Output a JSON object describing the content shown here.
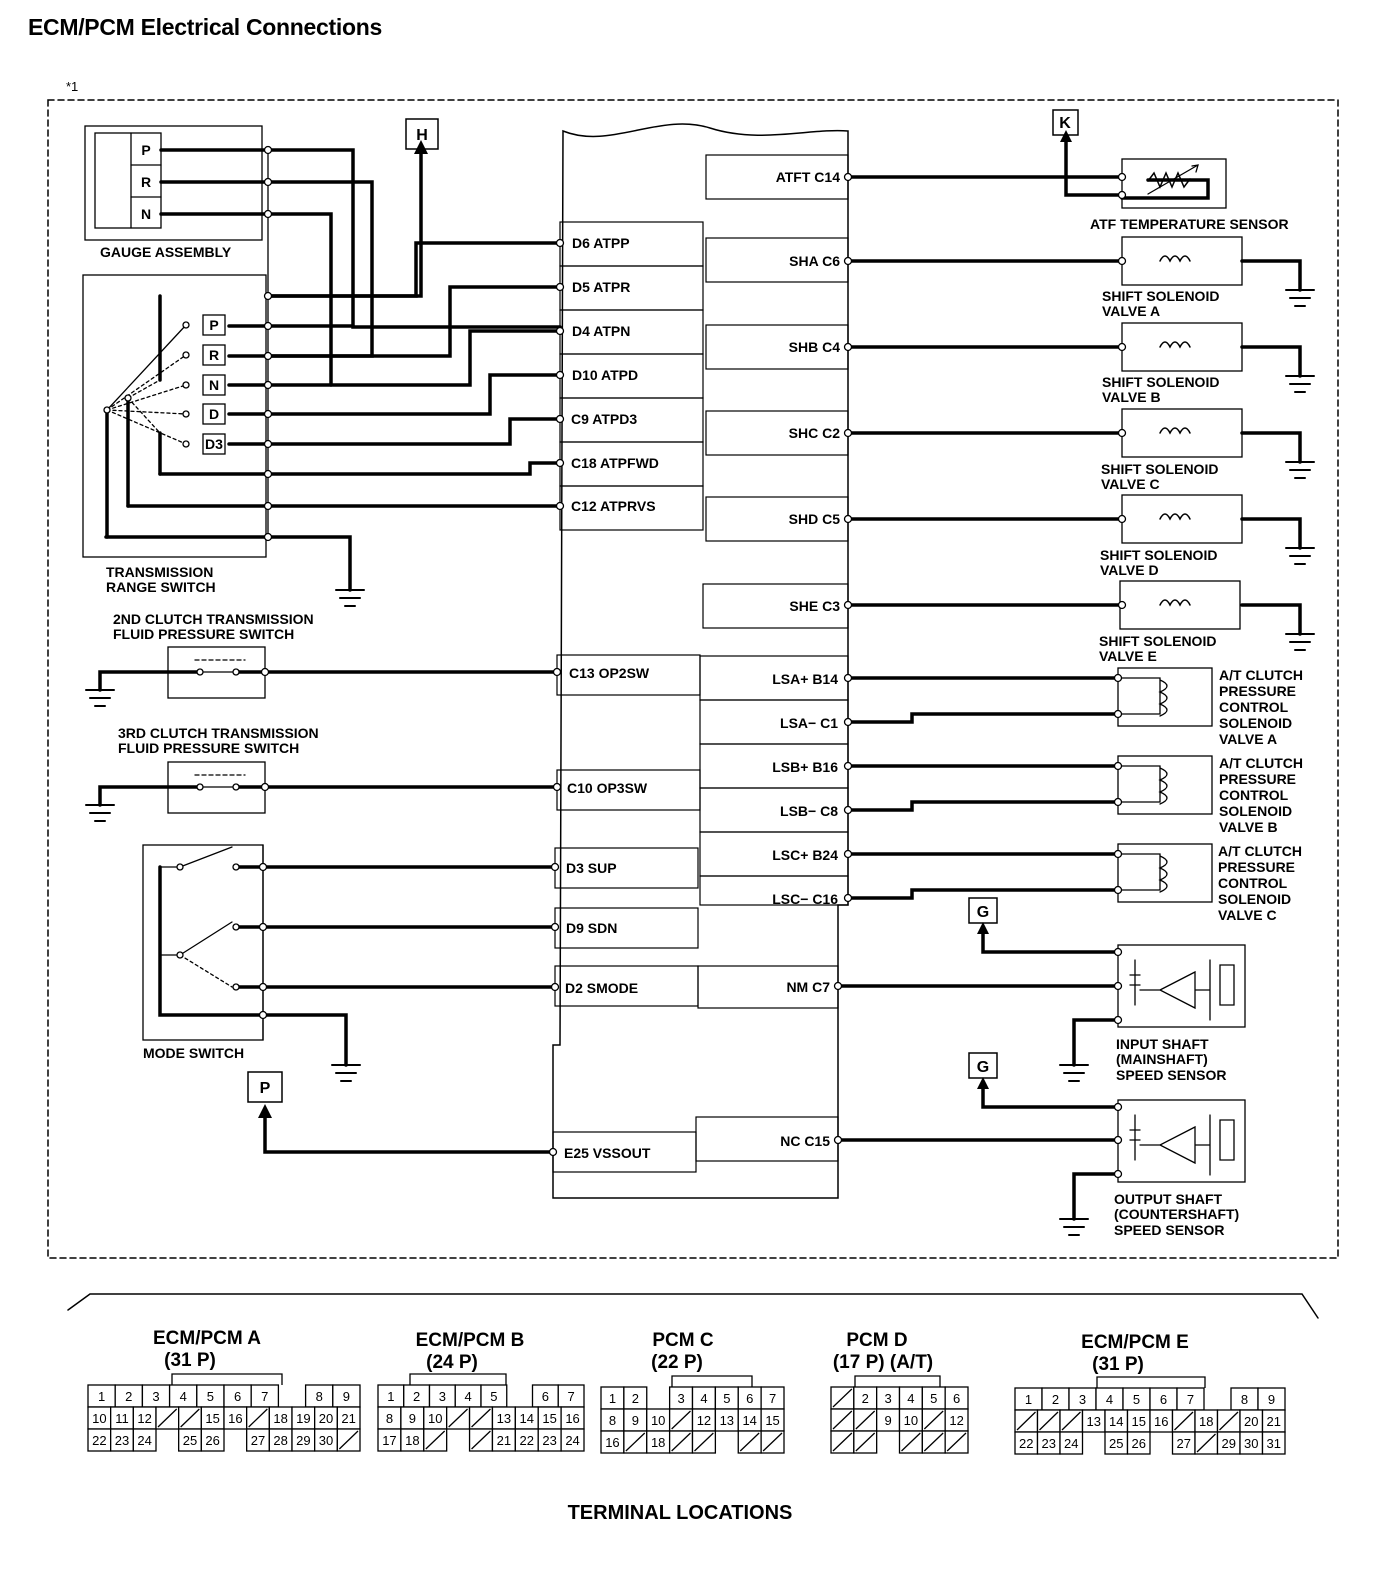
{
  "title": "ECM/PCM Electrical Connections",
  "footnote": "*1",
  "terminal_locations_label": "TERMINAL LOCATIONS",
  "left_pins": [
    "D6 ATPP",
    "D5 ATPR",
    "D4 ATPN",
    "D10 ATPD",
    "C9 ATPD3",
    "C18 ATPFWD",
    "C12 ATPRVS",
    "C13 OP2SW",
    "C10 OP3SW",
    "D3 SUP",
    "D9 SDN",
    "D2 SMODE",
    "E25 VSSOUT"
  ],
  "right_pins": [
    "ATFT C14",
    "SHA C6",
    "SHB C4",
    "SHC C2",
    "SHD C5",
    "SHE C3",
    "LSA+ B14",
    "LSA− C1",
    "LSB+ B16",
    "LSB− C8",
    "LSC+ B24",
    "LSC− C16",
    "NM C7",
    "NC C15"
  ],
  "gauge_indicators": [
    "P",
    "R",
    "N"
  ],
  "range_positions": [
    "P",
    "R",
    "N",
    "D",
    "D3"
  ],
  "ref_markers": {
    "h": "H",
    "k": "K",
    "g1": "G",
    "g2": "G",
    "p": "P"
  },
  "components": {
    "gauge_assembly": "GAUGE ASSEMBLY",
    "range_switch_l1": "TRANSMISSION",
    "range_switch_l2": "RANGE SWITCH",
    "clutch2_l1": "2ND CLUTCH TRANSMISSION",
    "clutch2_l2": "FLUID PRESSURE SWITCH",
    "clutch3_l1": "3RD CLUTCH TRANSMISSION",
    "clutch3_l2": "FLUID PRESSURE SWITCH",
    "mode_switch": "MODE SWITCH",
    "atf_sensor": "ATF TEMPERATURE SENSOR",
    "solenoid_a": [
      "SHIFT SOLENOID",
      "VALVE A"
    ],
    "solenoid_b": [
      "SHIFT SOLENOID",
      "VALVE B"
    ],
    "solenoid_c": [
      "SHIFT SOLENOID",
      "VALVE C"
    ],
    "solenoid_d": [
      "SHIFT SOLENOID",
      "VALVE D"
    ],
    "solenoid_e": [
      "SHIFT SOLENOID",
      "VALVE E"
    ],
    "pcs_a": [
      "A/T CLUTCH",
      "PRESSURE",
      "CONTROL",
      "SOLENOID",
      "VALVE A"
    ],
    "pcs_b": [
      "A/T CLUTCH",
      "PRESSURE",
      "CONTROL",
      "SOLENOID",
      "VALVE B"
    ],
    "pcs_c": [
      "A/T CLUTCH",
      "PRESSURE",
      "CONTROL",
      "SOLENOID",
      "VALVE C"
    ],
    "input_sensor": [
      "INPUT SHAFT",
      "(MAINSHAFT)",
      "SPEED SENSOR"
    ],
    "output_sensor": [
      "OUTPUT SHAFT",
      "(COUNTERSHAFT)",
      "SPEED SENSOR"
    ]
  },
  "connectors": [
    {
      "name": "ECM/PCM A",
      "pins": "(31 P)",
      "rows": [
        [
          "1",
          "2",
          "3",
          "4",
          "5",
          "6",
          "7",
          "",
          "8",
          "9"
        ],
        [
          "10",
          "11",
          "12",
          "/",
          "/",
          "15",
          "16",
          "/",
          "18",
          "19",
          "20",
          "21"
        ],
        [
          "22",
          "23",
          "24",
          "",
          "25",
          "26",
          "",
          "27",
          "28",
          "29",
          "30",
          "/"
        ]
      ]
    },
    {
      "name": "ECM/PCM B",
      "pins": "(24 P)",
      "rows": [
        [
          "1",
          "2",
          "3",
          "4",
          "5",
          "",
          "6",
          "7"
        ],
        [
          "8",
          "9",
          "10",
          "/",
          "/",
          "13",
          "14",
          "15",
          "16"
        ],
        [
          "17",
          "18",
          "/",
          "",
          "/",
          "21",
          "22",
          "23",
          "24"
        ]
      ]
    },
    {
      "name": "PCM C",
      "pins": "(22 P)",
      "rows": [
        [
          "1",
          "2",
          "",
          "3",
          "4",
          "5",
          "6",
          "7"
        ],
        [
          "8",
          "9",
          "10",
          "/",
          "12",
          "13",
          "14",
          "15"
        ],
        [
          "16",
          "/",
          "18",
          "/",
          "/",
          "",
          "/",
          "/"
        ]
      ]
    },
    {
      "name": "PCM D",
      "pins": "(17 P) (A/T)",
      "rows": [
        [
          "/",
          "2",
          "3",
          "4",
          "5",
          "6"
        ],
        [
          "/",
          "/",
          "9",
          "10",
          "/",
          "12"
        ],
        [
          "/",
          "/",
          "",
          "/",
          "/",
          "/"
        ]
      ]
    },
    {
      "name": "ECM/PCM E",
      "pins": "(31 P)",
      "rows": [
        [
          "1",
          "2",
          "3",
          "4",
          "5",
          "6",
          "7",
          "",
          "8",
          "9"
        ],
        [
          "/",
          "/",
          "/",
          "13",
          "14",
          "15",
          "16",
          "/",
          "18",
          "/",
          "20",
          "21"
        ],
        [
          "22",
          "23",
          "24",
          "",
          "25",
          "26",
          "",
          "27",
          "/",
          "29",
          "30",
          "31"
        ]
      ]
    }
  ]
}
